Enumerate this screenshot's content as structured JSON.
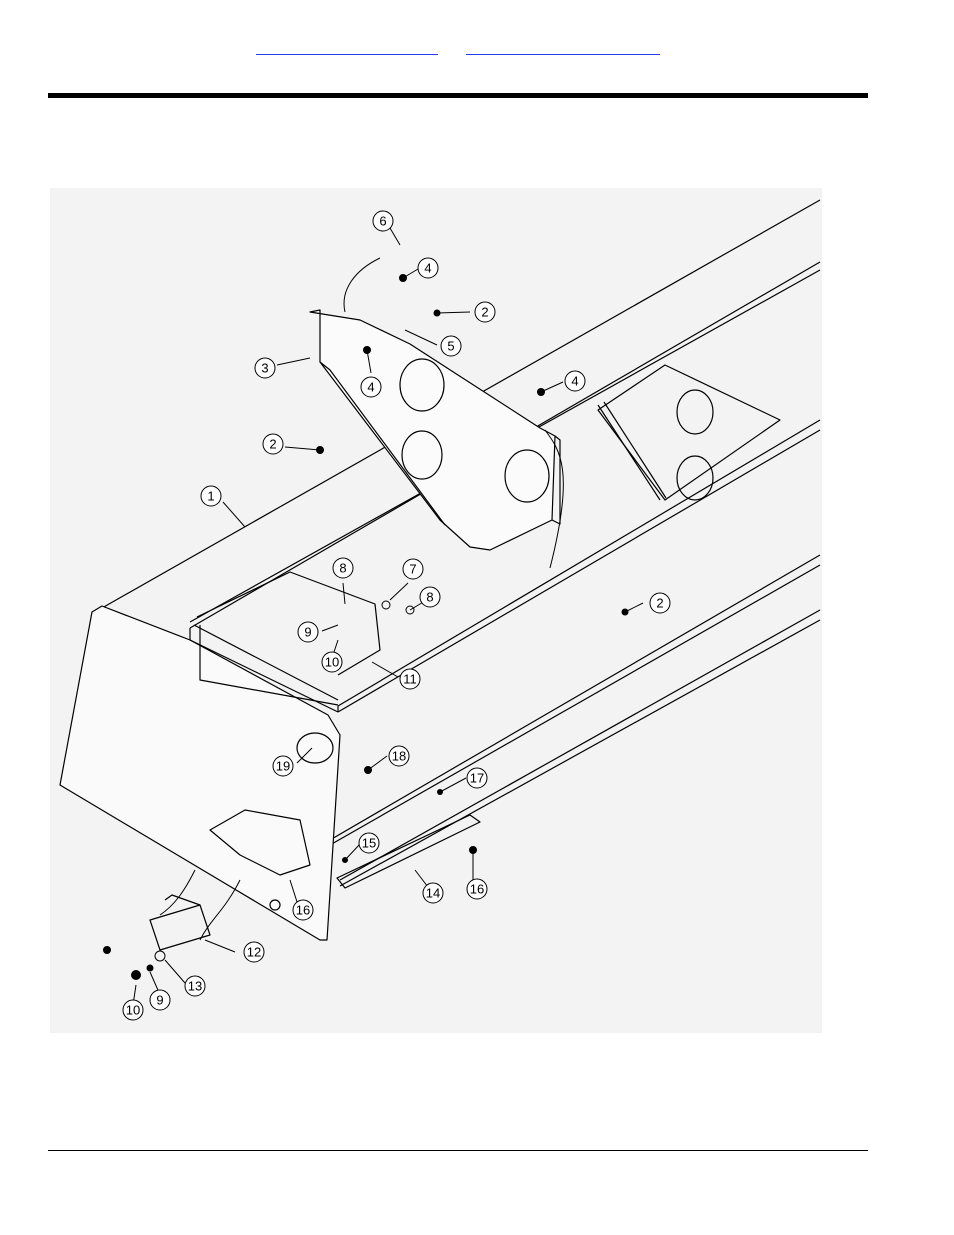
{
  "header": {
    "links": [
      {
        "label": ""
      },
      {
        "label": ""
      }
    ]
  },
  "drawing": {
    "callouts": [
      {
        "label": "1"
      },
      {
        "label": "2"
      },
      {
        "label": "2"
      },
      {
        "label": "2"
      },
      {
        "label": "3"
      },
      {
        "label": "4"
      },
      {
        "label": "4"
      },
      {
        "label": "4"
      },
      {
        "label": "5"
      },
      {
        "label": "6"
      },
      {
        "label": "7"
      },
      {
        "label": "8"
      },
      {
        "label": "8"
      },
      {
        "label": "9"
      },
      {
        "label": "9"
      },
      {
        "label": "10"
      },
      {
        "label": "10"
      },
      {
        "label": "11"
      },
      {
        "label": "12"
      },
      {
        "label": "13"
      },
      {
        "label": "14"
      },
      {
        "label": "15"
      },
      {
        "label": "16"
      },
      {
        "label": "16"
      },
      {
        "label": "17"
      },
      {
        "label": "18"
      },
      {
        "label": "19"
      }
    ]
  }
}
